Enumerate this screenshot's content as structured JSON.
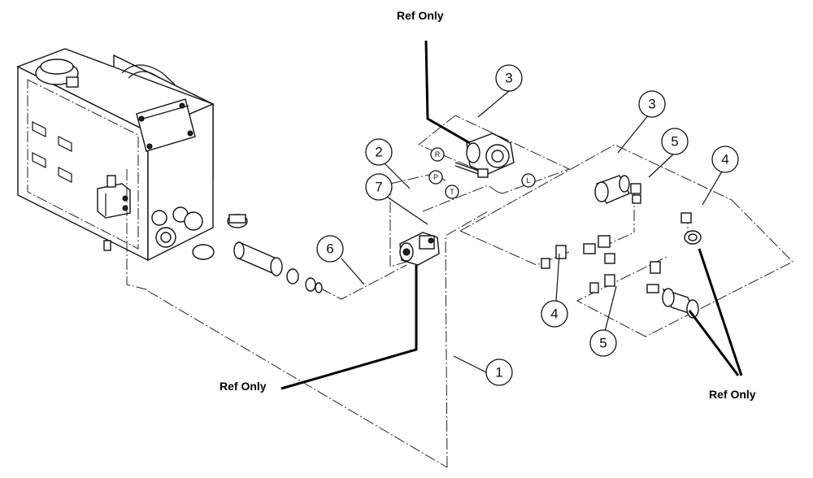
{
  "labels": {
    "ref_top": "Ref Only",
    "ref_left": "Ref Only",
    "ref_right": "Ref Only"
  },
  "callouts": {
    "c1": "1",
    "c2": "2",
    "c3a": "3",
    "c3b": "3",
    "c4a": "4",
    "c4b": "4",
    "c5a": "5",
    "c5b": "5",
    "c6": "6",
    "c7": "7"
  },
  "ports": {
    "r": "R",
    "p": "P",
    "t": "T",
    "l": "L"
  }
}
